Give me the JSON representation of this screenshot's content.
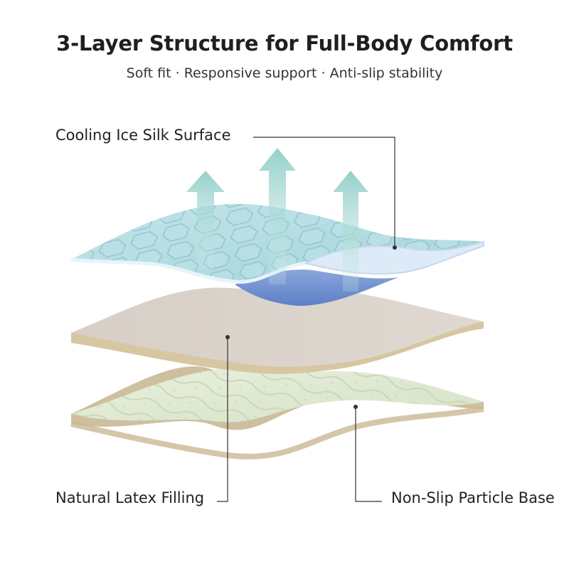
{
  "header": {
    "title": "3-Layer Structure for Full-Body Comfort",
    "subtitle": "Soft fit · Responsive support · Anti-slip stability"
  },
  "layers": [
    {
      "label": "Cooling Ice Silk Surface",
      "color": "#a9d6dc"
    },
    {
      "label": "Natural Latex Filling",
      "color": "#ddd4ca"
    },
    {
      "label": "Non-Slip Particle Base",
      "color": "#e4ecd8"
    }
  ],
  "colors": {
    "arrow": "#9fd3cf",
    "layer_edge": "#d8c9ac",
    "callout_line": "#333333",
    "underside_blue": "#6f8fcf"
  }
}
